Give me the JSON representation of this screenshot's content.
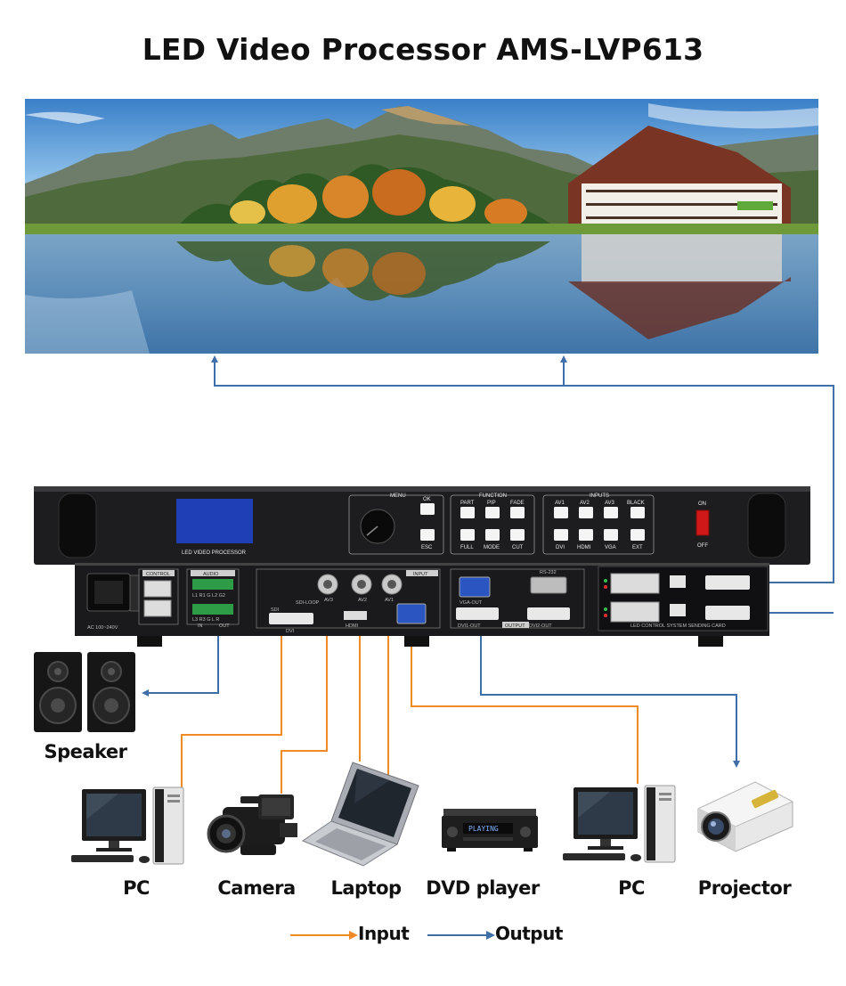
{
  "title": "LED Video Processor AMS-LVP613",
  "device": {
    "front_label": "LED VIDEO PROCESSOR",
    "menu_label": "MENU",
    "menu_buttons": [
      "OK",
      "ESC"
    ],
    "function_label": "FUNCTION",
    "function_buttons_top": [
      "PART",
      "PIP",
      "FADE"
    ],
    "function_buttons_bottom": [
      "FULL",
      "MODE",
      "CUT"
    ],
    "inputs_label": "INPUTS",
    "inputs_buttons_top": [
      "AV1",
      "AV2",
      "AV3",
      "BLACK"
    ],
    "inputs_buttons_bottom": [
      "DVI",
      "HDMI",
      "VGA",
      "EXT"
    ],
    "power_on": "ON",
    "power_off": "OFF",
    "rear": {
      "control": "CONTROL",
      "audio": "AUDIO",
      "audio_top": "L1  R1  G  L2  G2",
      "audio_bottom": "L3  R3  G  L  R",
      "audio_in": "IN",
      "audio_out": "OUT",
      "ac": "AC 100~240V",
      "input": "INPUT",
      "sdi": "SDI",
      "sdi_loop": "SDI-LOOP",
      "dvi": "DVI",
      "av3": "AV3",
      "av2": "AV2",
      "av1": "AV1",
      "hdmi": "HDMI",
      "rs232": "RS-232",
      "vga_out": "VGA-OUT",
      "dvi1_out": "DVI1-OUT",
      "dvi2_out": "DVI2-OUT",
      "output": "OUTPUT",
      "sending_card": "LED CONTROL SYSTEM SENDING CARD"
    }
  },
  "devices": {
    "speaker": "Speaker",
    "pc1": "PC",
    "camera": "Camera",
    "laptop": "Laptop",
    "dvd": "DVD player",
    "dvd_display": "PLAYING",
    "pc2": "PC",
    "projector": "Projector"
  },
  "legend": {
    "input": "Input",
    "output": "Output"
  },
  "colors": {
    "input": "#f08a24",
    "output": "#3f6fa8"
  }
}
